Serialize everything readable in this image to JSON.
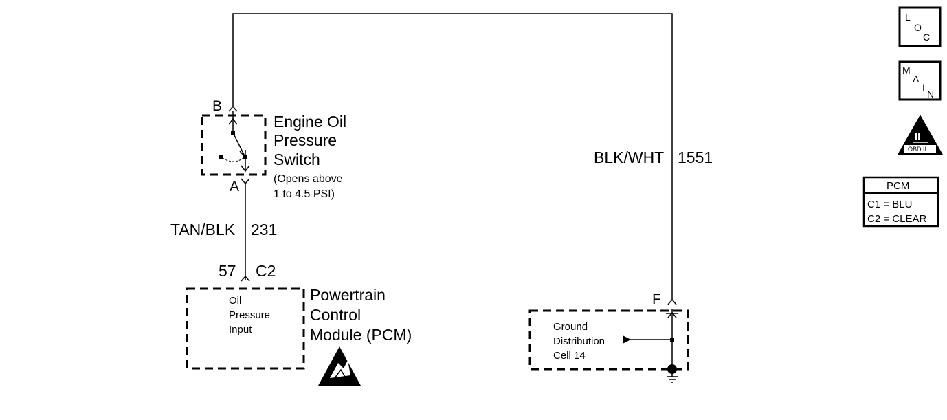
{
  "switch": {
    "title_lines": [
      "Engine Oil",
      "Pressure",
      "Switch"
    ],
    "note_lines": [
      "(Opens above",
      "1 to 4.5 PSI)"
    ],
    "pin_top": "B",
    "pin_bottom": "A"
  },
  "wire_left": {
    "color": "TAN/BLK",
    "circuit": "231"
  },
  "pcm_connector": {
    "pin": "57",
    "connector": "C2"
  },
  "pcm": {
    "inner_lines": [
      "Oil",
      "Pressure",
      "Input"
    ],
    "title_lines": [
      "Powertrain",
      "Control",
      "Module (PCM)"
    ]
  },
  "wire_right": {
    "color": "BLK/WHT",
    "circuit": "1551"
  },
  "ground": {
    "pin": "F",
    "inner_lines": [
      "Ground",
      "Distribution",
      "Cell 14"
    ]
  },
  "legend": {
    "loc": {
      "l1": "L",
      "l2": "O",
      "l3": "C"
    },
    "main": {
      "l1": "M",
      "l2": "A",
      "l3": "I",
      "l4": "N"
    },
    "obd": {
      "numeral": "II",
      "label": "OBD II"
    },
    "pcm_table": {
      "header": "PCM",
      "row1": "C1 = BLU",
      "row2": "C2 = CLEAR"
    }
  }
}
